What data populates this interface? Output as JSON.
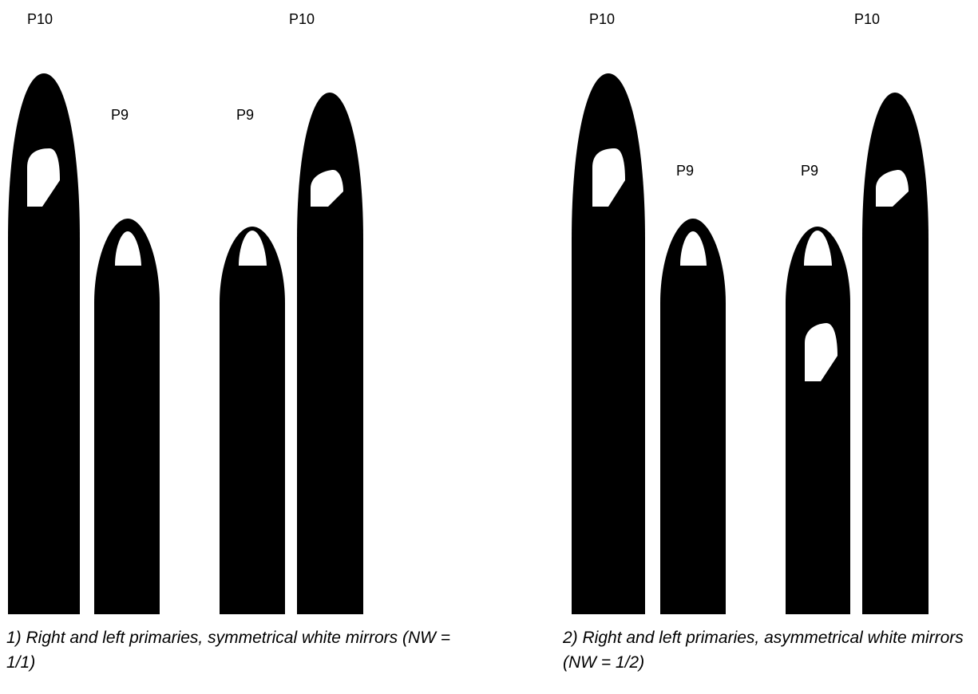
{
  "panels": [
    {
      "caption": "1) Right and left primaries, symmetrical white mirrors (NW = 1/1)",
      "feathers": [
        {
          "label": "P10",
          "mirrors": [
            "large-irregular"
          ]
        },
        {
          "label": "P9",
          "mirrors": [
            "tip"
          ]
        },
        {
          "label": "P9",
          "mirrors": [
            "tip"
          ]
        },
        {
          "label": "P10",
          "mirrors": [
            "small-irregular"
          ]
        }
      ]
    },
    {
      "caption": "2) Right and left primaries, asymmetrical white mirrors (NW = 1/2)",
      "feathers": [
        {
          "label": "P10",
          "mirrors": [
            "large-irregular"
          ]
        },
        {
          "label": "P9",
          "mirrors": [
            "tip"
          ]
        },
        {
          "label": "P9",
          "mirrors": [
            "tip",
            "large-irregular"
          ]
        },
        {
          "label": "P10",
          "mirrors": [
            "small-irregular"
          ]
        }
      ]
    }
  ],
  "colors": {
    "feather": "#000000",
    "mirror": "#ffffff"
  }
}
